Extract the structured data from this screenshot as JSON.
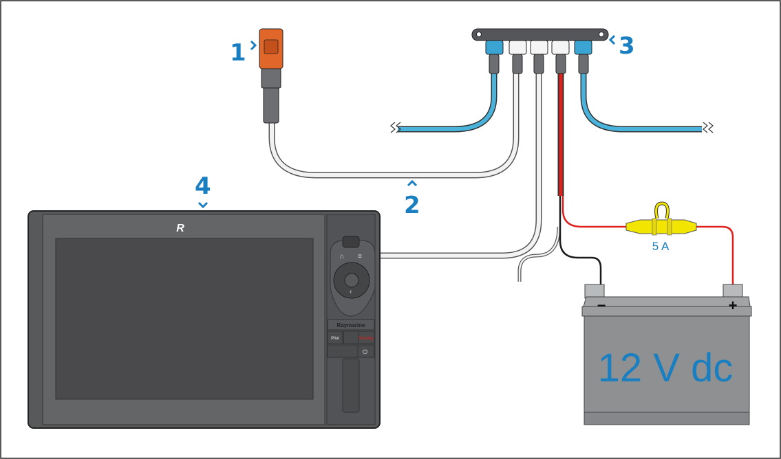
{
  "callouts": {
    "c1": "1",
    "c2": "2",
    "c3": "3",
    "c4": "4"
  },
  "fuse_label": "5 A",
  "battery": {
    "label": "12 V dc",
    "negative": "−",
    "positive": "+"
  },
  "display": {
    "brand": "Raymarine",
    "pilot": "Pilot",
    "standby": "Standby"
  },
  "colors": {
    "callout": "#1a7fc1",
    "power_positive": "#e0201c",
    "power_negative": "#1a1a1a",
    "network_cable": "#4ab3dc",
    "connector_orange": "#e0662a",
    "fuse": "#f2e600"
  }
}
